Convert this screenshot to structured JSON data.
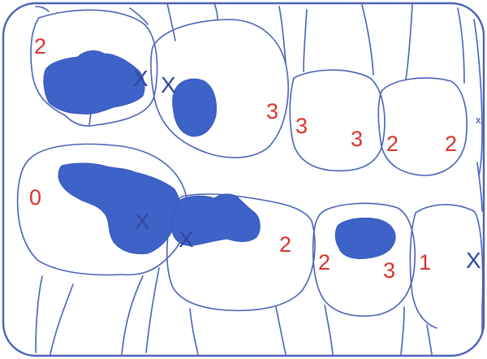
{
  "colors": {
    "outline": "#4a62b8",
    "lesion": "#3d63c9",
    "score": "#d9332b",
    "mark": "#34469a"
  },
  "upper_arch": {
    "scores": {
      "molar_left": "2",
      "premolar_mesial": "3",
      "canine_distal": "3",
      "canine_mesial": "3",
      "lateral_distal": "2",
      "lateral_mesial": "2"
    },
    "marks": {
      "molar_mesial": "X",
      "premolar_distal": "X",
      "incisor_edge": "x"
    }
  },
  "lower_arch": {
    "scores": {
      "molar_left": "0",
      "premolar_mesial": "2",
      "premolar2_distal": "2",
      "premolar2_mesial": "3",
      "canine_distal": "1"
    },
    "marks": {
      "molar_center": "X",
      "premolar_center": "X",
      "canine_center": "X"
    }
  }
}
